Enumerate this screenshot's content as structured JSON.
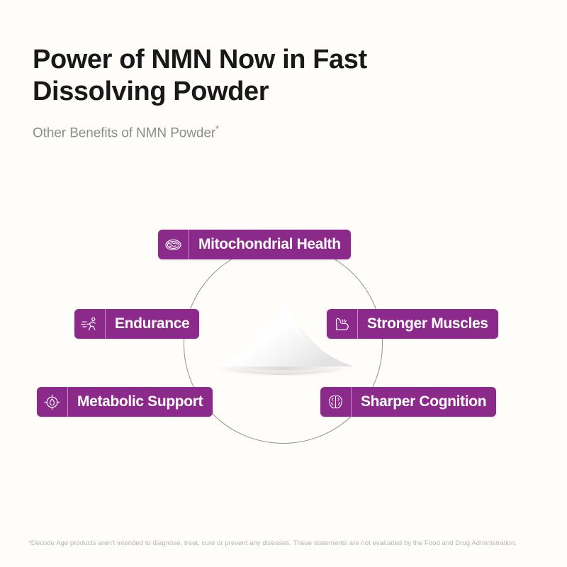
{
  "header": {
    "headline": "Power of NMN Now in Fast\nDissolving Powder",
    "subtitle": "Other Benefits of NMN Powder",
    "subtitle_asterisk": "*"
  },
  "theme": {
    "background": "#fefdfa",
    "badge_purple": "#8c2a8c",
    "badge_divider": "#c78ec7",
    "headline_color": "#19191a",
    "subtitle_color": "#8d8d8d",
    "footer_color": "#b6b3ae",
    "ring_color": "#6c6c72"
  },
  "diagram": {
    "center_image": "nmn-powder-mound",
    "ring_shape": "circle",
    "badges": [
      {
        "id": "mitochondrial-health",
        "label": "Mitochondrial Health",
        "icon": "mitochondria-icon",
        "position": "top"
      },
      {
        "id": "endurance",
        "label": "Endurance",
        "icon": "running-person-icon",
        "position": "left-upper"
      },
      {
        "id": "stronger-muscles",
        "label": "Stronger Muscles",
        "icon": "flexed-bicep-icon",
        "position": "right-upper"
      },
      {
        "id": "metabolic-support",
        "label": "Metabolic Support",
        "icon": "flame-target-icon",
        "position": "left-lower"
      },
      {
        "id": "sharper-cognition",
        "label": "Sharper Cognition",
        "icon": "brain-icon",
        "position": "right-lower"
      }
    ]
  },
  "footer": {
    "disclaimer": "*Decode Age products aren't intended to diagnose, treat, cure or prevent any diseases. These statements are not evaluated by the Food and Drug Administration."
  }
}
